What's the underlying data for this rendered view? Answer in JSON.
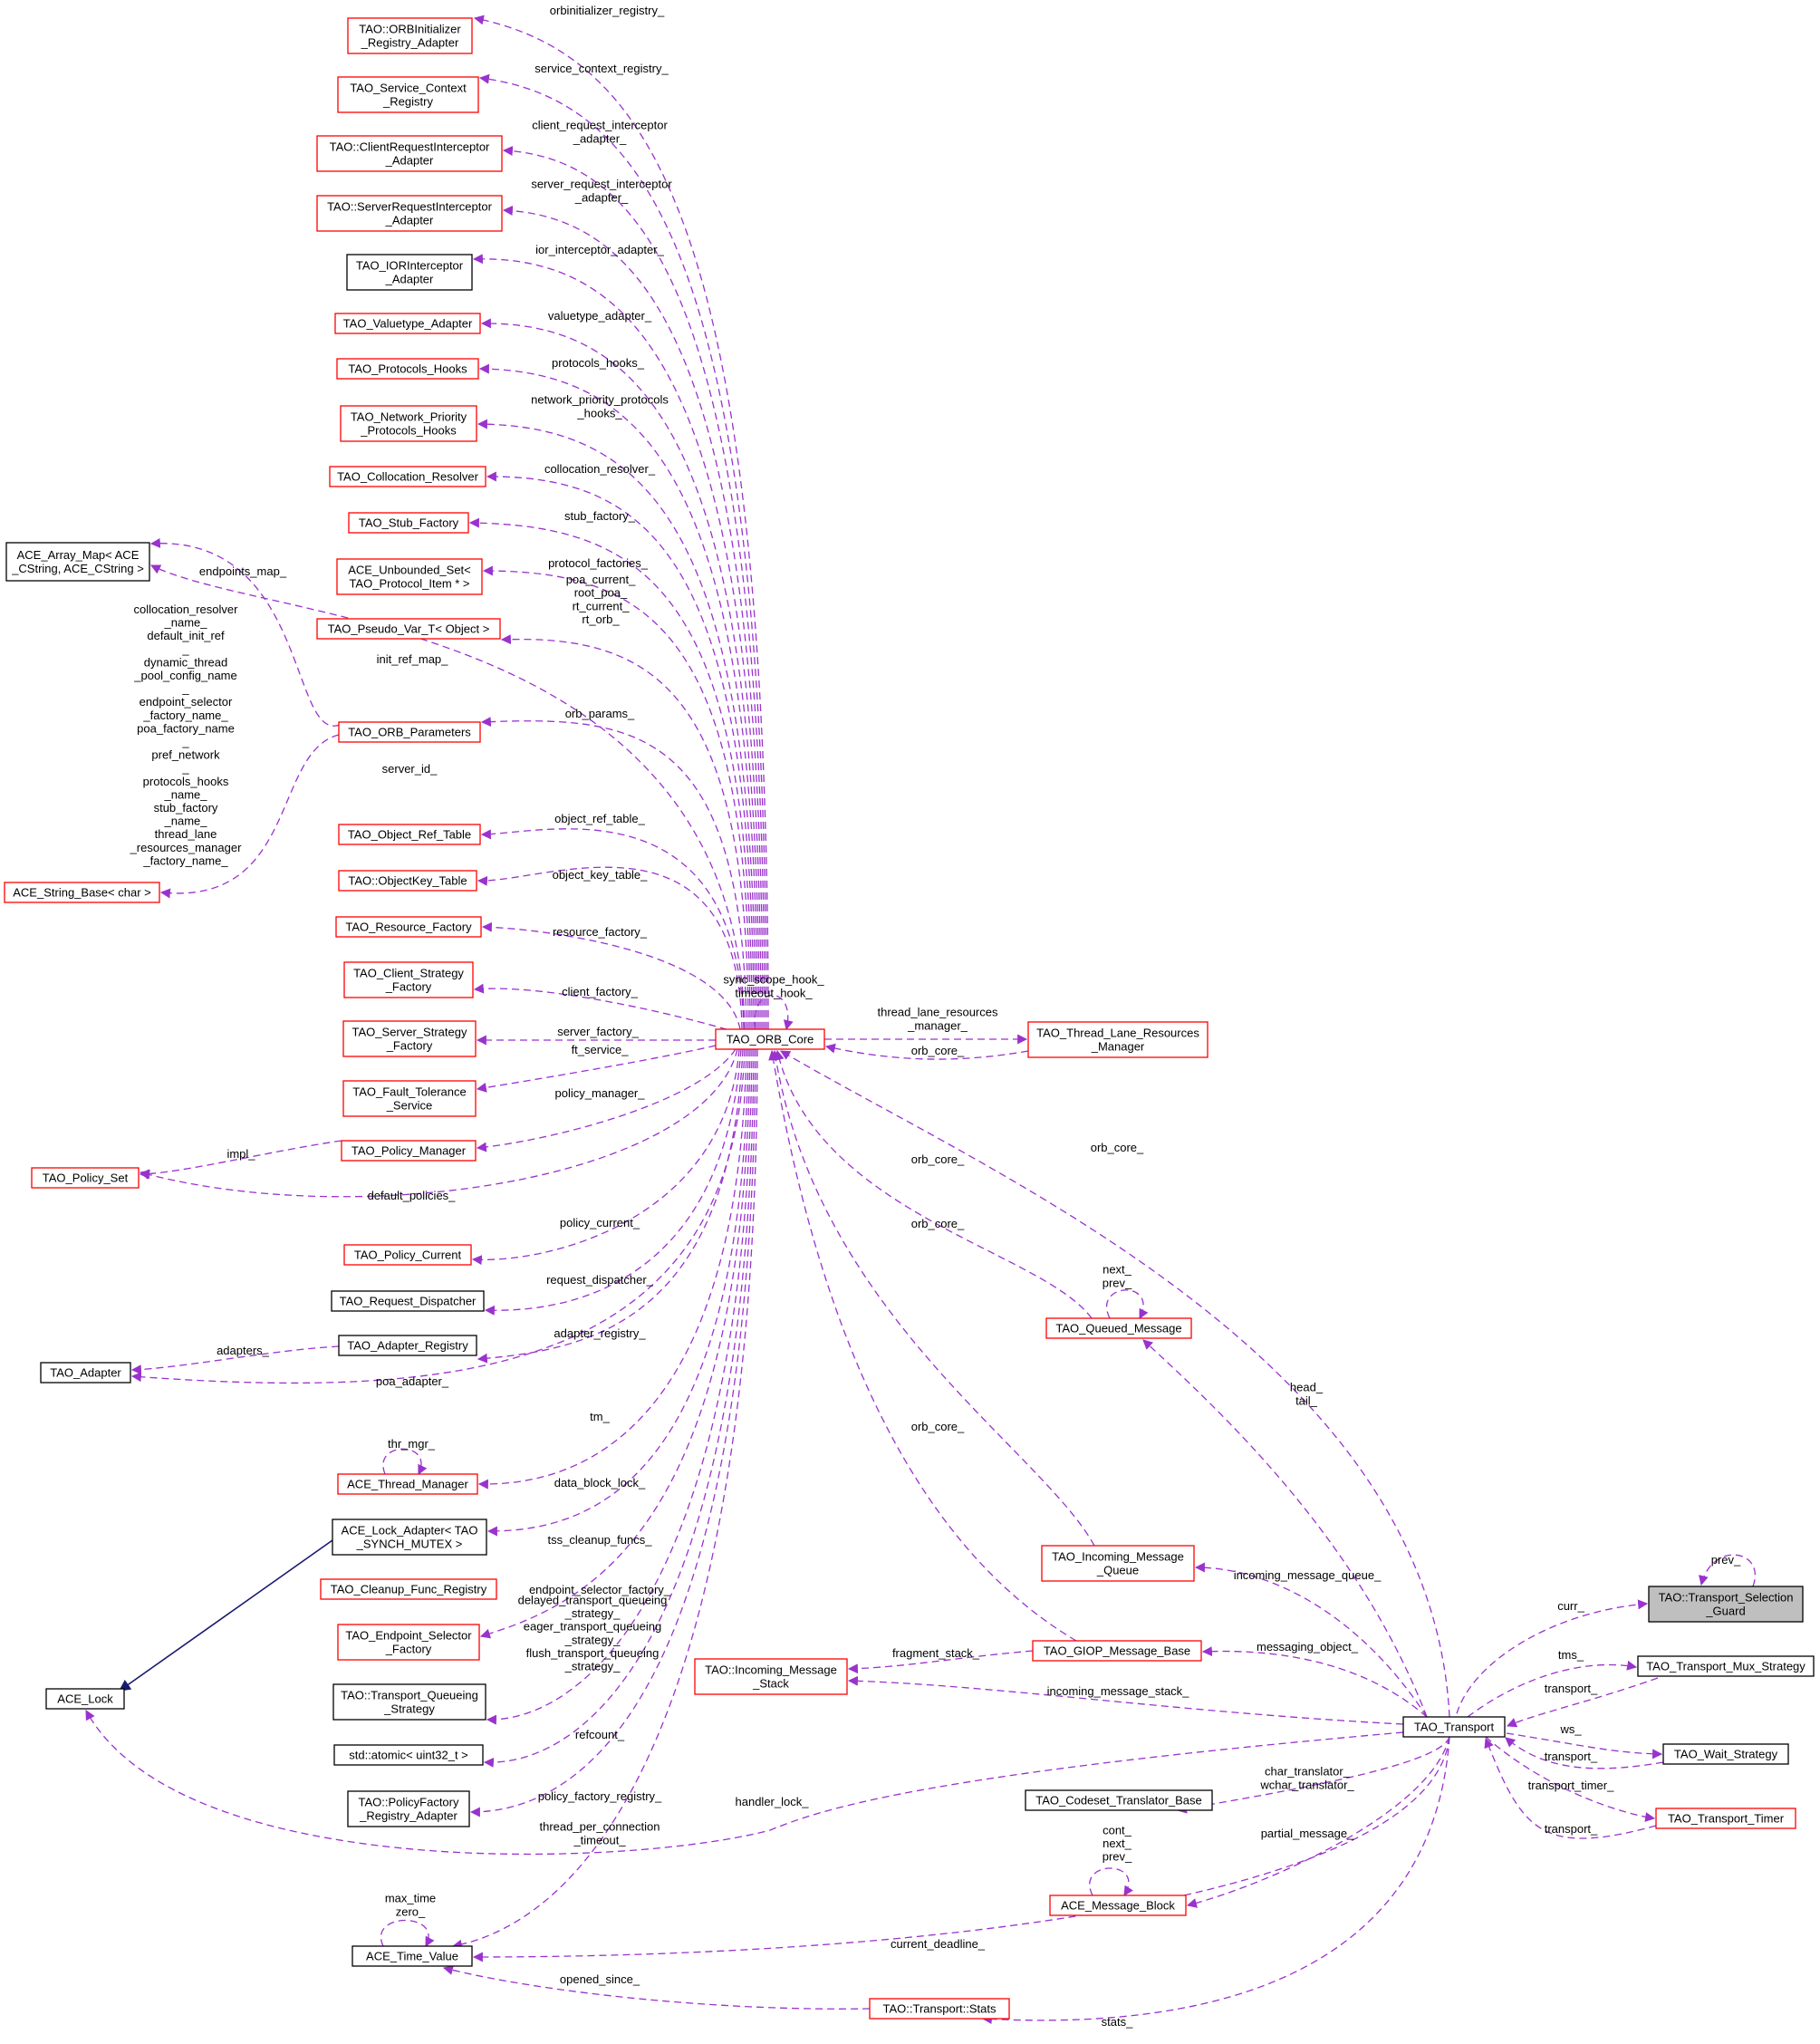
{
  "colors": {
    "red_border": "#ff0000",
    "black_border": "#000000",
    "edge_purple": "#9a32cd",
    "edge_navy": "#191970",
    "focus_fill": "#bfbfbf"
  },
  "nodes": [
    {
      "id": "orbinit",
      "lines": [
        "TAO::ORBInitializer",
        "_Registry_Adapter"
      ],
      "border": "red"
    },
    {
      "id": "svcctx",
      "lines": [
        "TAO_Service_Context",
        "_Registry"
      ],
      "border": "red"
    },
    {
      "id": "clireq",
      "lines": [
        "TAO::ClientRequestInterceptor",
        "_Adapter"
      ],
      "border": "red"
    },
    {
      "id": "srvreq",
      "lines": [
        "TAO::ServerRequestInterceptor",
        "_Adapter"
      ],
      "border": "red"
    },
    {
      "id": "ior",
      "lines": [
        "TAO_IORInterceptor",
        "_Adapter"
      ],
      "border": "black"
    },
    {
      "id": "valuetype",
      "lines": [
        "TAO_Valuetype_Adapter"
      ],
      "border": "red"
    },
    {
      "id": "protohooks",
      "lines": [
        "TAO_Protocols_Hooks"
      ],
      "border": "red"
    },
    {
      "id": "netprio",
      "lines": [
        "TAO_Network_Priority",
        "_Protocols_Hooks"
      ],
      "border": "red"
    },
    {
      "id": "colres",
      "lines": [
        "TAO_Collocation_Resolver"
      ],
      "border": "red"
    },
    {
      "id": "stubfac",
      "lines": [
        "TAO_Stub_Factory"
      ],
      "border": "red"
    },
    {
      "id": "unbset",
      "lines": [
        "ACE_Unbounded_Set<",
        "TAO_Protocol_Item * >"
      ],
      "border": "red"
    },
    {
      "id": "pseudo",
      "lines": [
        "TAO_Pseudo_Var_T< Object >"
      ],
      "border": "red"
    },
    {
      "id": "arraymap",
      "lines": [
        "ACE_Array_Map< ACE",
        "_CString, ACE_CString >"
      ],
      "border": "black"
    },
    {
      "id": "orbparams",
      "lines": [
        "TAO_ORB_Parameters"
      ],
      "border": "red"
    },
    {
      "id": "strbase",
      "lines": [
        "ACE_String_Base< char >"
      ],
      "border": "red"
    },
    {
      "id": "objref",
      "lines": [
        "TAO_Object_Ref_Table"
      ],
      "border": "red"
    },
    {
      "id": "objkey",
      "lines": [
        "TAO::ObjectKey_Table"
      ],
      "border": "red"
    },
    {
      "id": "resfac",
      "lines": [
        "TAO_Resource_Factory"
      ],
      "border": "red"
    },
    {
      "id": "clistrat",
      "lines": [
        "TAO_Client_Strategy",
        "_Factory"
      ],
      "border": "red"
    },
    {
      "id": "srvstrat",
      "lines": [
        "TAO_Server_Strategy",
        "_Factory"
      ],
      "border": "red"
    },
    {
      "id": "ftsvc",
      "lines": [
        "TAO_Fault_Tolerance",
        "_Service"
      ],
      "border": "red"
    },
    {
      "id": "polmgr",
      "lines": [
        "TAO_Policy_Manager"
      ],
      "border": "red"
    },
    {
      "id": "polset",
      "lines": [
        "TAO_Policy_Set"
      ],
      "border": "red"
    },
    {
      "id": "polcur",
      "lines": [
        "TAO_Policy_Current"
      ],
      "border": "red"
    },
    {
      "id": "reqdisp",
      "lines": [
        "TAO_Request_Dispatcher"
      ],
      "border": "black"
    },
    {
      "id": "adareg",
      "lines": [
        "TAO_Adapter_Registry"
      ],
      "border": "black"
    },
    {
      "id": "adapter",
      "lines": [
        "TAO_Adapter"
      ],
      "border": "black"
    },
    {
      "id": "thrmgr",
      "lines": [
        "ACE_Thread_Manager"
      ],
      "border": "red"
    },
    {
      "id": "lockadp",
      "lines": [
        "ACE_Lock_Adapter< TAO",
        "_SYNCH_MUTEX >"
      ],
      "border": "black"
    },
    {
      "id": "cleanup",
      "lines": [
        "TAO_Cleanup_Func_Registry"
      ],
      "border": "red"
    },
    {
      "id": "endsel",
      "lines": [
        "TAO_Endpoint_Selector",
        "_Factory"
      ],
      "border": "red"
    },
    {
      "id": "acelock",
      "lines": [
        "ACE_Lock"
      ],
      "border": "black"
    },
    {
      "id": "tqs",
      "lines": [
        "TAO::Transport_Queueing",
        "_Strategy"
      ],
      "border": "black"
    },
    {
      "id": "atomic",
      "lines": [
        "std::atomic< uint32_t >"
      ],
      "border": "black"
    },
    {
      "id": "polfac",
      "lines": [
        "TAO::PolicyFactory",
        "_Registry_Adapter"
      ],
      "border": "black"
    },
    {
      "id": "timeval",
      "lines": [
        "ACE_Time_Value"
      ],
      "border": "black"
    },
    {
      "id": "orbcore",
      "lines": [
        "TAO_ORB_Core"
      ],
      "border": "red"
    },
    {
      "id": "thrlane",
      "lines": [
        "TAO_Thread_Lane_Resources",
        "_Manager"
      ],
      "border": "red"
    },
    {
      "id": "queued",
      "lines": [
        "TAO_Queued_Message"
      ],
      "border": "red"
    },
    {
      "id": "incq",
      "lines": [
        "TAO_Incoming_Message",
        "_Queue"
      ],
      "border": "red"
    },
    {
      "id": "giop",
      "lines": [
        "TAO_GIOP_Message_Base"
      ],
      "border": "red"
    },
    {
      "id": "incstack",
      "lines": [
        "TAO::Incoming_Message",
        "_Stack"
      ],
      "border": "red"
    },
    {
      "id": "transport",
      "lines": [
        "TAO_Transport"
      ],
      "border": "black"
    },
    {
      "id": "codeset",
      "lines": [
        "TAO_Codeset_Translator_Base"
      ],
      "border": "black"
    },
    {
      "id": "msgblk",
      "lines": [
        "ACE_Message_Block"
      ],
      "border": "red"
    },
    {
      "id": "stats",
      "lines": [
        "TAO::Transport::Stats"
      ],
      "border": "red"
    },
    {
      "id": "guard",
      "lines": [
        "TAO::Transport_Selection",
        "_Guard"
      ],
      "border": "black",
      "focus": true
    },
    {
      "id": "muxstrat",
      "lines": [
        "TAO_Transport_Mux_Strategy"
      ],
      "border": "black"
    },
    {
      "id": "waitstrat",
      "lines": [
        "TAO_Wait_Strategy"
      ],
      "border": "black"
    },
    {
      "id": "ttimer",
      "lines": [
        "TAO_Transport_Timer"
      ],
      "border": "red"
    }
  ],
  "edge_labels": {
    "orbinitializer_registry": [
      "orbinitializer_registry_"
    ],
    "service_context_registry": [
      "service_context_registry_"
    ],
    "client_request_interceptor": [
      "client_request_interceptor",
      "_adapter_"
    ],
    "server_request_interceptor": [
      "server_request_interceptor",
      "_adapter_"
    ],
    "ior_interceptor": [
      "ior_interceptor_adapter_"
    ],
    "valuetype": [
      "valuetype_adapter_"
    ],
    "protocols_hooks": [
      "protocols_hooks_"
    ],
    "network_priority": [
      "network_priority_protocols",
      "_hooks_"
    ],
    "collocation_resolver": [
      "collocation_resolver_"
    ],
    "stub_factory": [
      "stub_factory_"
    ],
    "protocol_factories": [
      "protocol_factories_"
    ],
    "pseudo": [
      "poa_current_",
      "root_poa_",
      "rt_current_",
      "rt_orb_"
    ],
    "endpoints_map": [
      "endpoints_map_"
    ],
    "init_ref_map": [
      "init_ref_map_"
    ],
    "orb_params": [
      "orb_params_"
    ],
    "strings": [
      "collocation_resolver",
      "_name_",
      "default_init_ref",
      "_",
      "dynamic_thread",
      "_pool_config_name",
      "_",
      "endpoint_selector",
      "_factory_name_",
      "poa_factory_name",
      "_",
      "pref_network",
      "_",
      "protocols_hooks",
      "_name_",
      "stub_factory",
      "_name_",
      "thread_lane",
      "_resources_manager",
      "_factory_name_"
    ],
    "server_id": [
      "server_id_"
    ],
    "object_ref_table": [
      "object_ref_table_"
    ],
    "object_key_table": [
      "object_key_table_"
    ],
    "resource_factory": [
      "resource_factory_"
    ],
    "client_factory": [
      "client_factory_"
    ],
    "server_factory": [
      "server_factory_"
    ],
    "ft_service": [
      "ft_service_"
    ],
    "policy_manager": [
      "policy_manager_"
    ],
    "impl": [
      "impl_"
    ],
    "default_policies": [
      "default_policies_"
    ],
    "policy_current": [
      "policy_current_"
    ],
    "request_dispatcher": [
      "request_dispatcher_"
    ],
    "adapter_registry": [
      "adapter_registry_"
    ],
    "adapters": [
      "adapters_"
    ],
    "poa_adapter": [
      "poa_adapter_"
    ],
    "tm": [
      "tm_"
    ],
    "thr_mgr": [
      "thr_mgr_"
    ],
    "data_block_lock": [
      "data_block_lock_"
    ],
    "tss_cleanup": [
      "tss_cleanup_funcs_"
    ],
    "endpoint_selector_factory": [
      "endpoint_selector_factory_"
    ],
    "queueing": [
      "delayed_transport_queueing",
      "_strategy_",
      "eager_transport_queueing",
      "_strategy_",
      "flush_transport_queueing",
      "_strategy_"
    ],
    "refcount": [
      "refcount_"
    ],
    "policy_factory_registry": [
      "policy_factory_registry_"
    ],
    "thread_per_connection": [
      "thread_per_connection",
      "_timeout_"
    ],
    "max_time": [
      "max_time",
      "zero_"
    ],
    "sync_scope": [
      "sync_scope_hook_",
      "timeout_hook_"
    ],
    "thread_lane": [
      "thread_lane_resources",
      "_manager_"
    ],
    "orb_core_lane": [
      "orb_core_"
    ],
    "orb_core_queued": [
      "orb_core_"
    ],
    "orb_core_incq": [
      "orb_core_"
    ],
    "orb_core_giop": [
      "orb_core_"
    ],
    "orb_core_transport": [
      "orb_core_"
    ],
    "next_prev": [
      "next_",
      "prev_"
    ],
    "head_tail": [
      "head_",
      "tail_"
    ],
    "incoming_message_queue": [
      "incoming_message_queue_"
    ],
    "fragment_stack": [
      "fragment_stack_"
    ],
    "messaging_object": [
      "messaging_object_"
    ],
    "incoming_message_stack": [
      "incoming_message_stack_"
    ],
    "handler_lock": [
      "handler_lock_"
    ],
    "translators": [
      "char_translator_",
      "wchar_translator_"
    ],
    "partial_message": [
      "partial_message_"
    ],
    "cont_next_prev": [
      "cont_",
      "next_",
      "prev_"
    ],
    "current_deadline": [
      "current_deadline_"
    ],
    "opened_since": [
      "opened_since_"
    ],
    "stats": [
      "stats_"
    ],
    "curr": [
      "curr_"
    ],
    "prev": [
      "prev_"
    ],
    "tms": [
      "tms_"
    ],
    "transport_mux": [
      "transport_"
    ],
    "ws": [
      "ws_"
    ],
    "transport_wait": [
      "transport_"
    ],
    "transport_timer": [
      "transport_timer_"
    ],
    "transport_timer_back": [
      "transport_"
    ]
  }
}
